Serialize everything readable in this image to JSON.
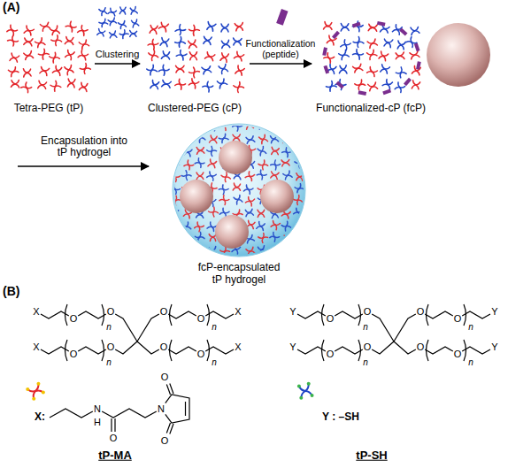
{
  "diagram": {
    "nodes": [
      {
        "text": [
          "Tetra-PEG (tP)"
        ]
      },
      {
        "text": [
          "Clustered-PEG (cP)"
        ]
      },
      {
        "text": [
          "Functionalized-cP (fcP)"
        ]
      },
      {
        "text": [
          "fcP-encapsulated tP hydrogel"
        ]
      }
    ],
    "edges": [
      {
        "from": 0,
        "to": 1,
        "arrow": "to",
        "label": "Clustering"
      },
      {
        "from": 1,
        "to": 2,
        "arrow": "to",
        "label": "Functionalization (peptide)"
      }
    ],
    "labels": [
      "(A)",
      "Encapsulation into tP hydrogel",
      "(B)",
      "X",
      "O",
      "n",
      "O",
      "O",
      "O",
      "n",
      "X",
      "X",
      "O",
      "n",
      "O",
      "O",
      "O",
      "n",
      "X",
      "Y",
      "O",
      "n",
      "O",
      "O",
      "O",
      "n",
      "Y",
      "Y",
      "O",
      "n",
      "O",
      "O",
      "O",
      "n",
      "Y",
      "X:",
      "N",
      "H",
      "O",
      "N",
      "O",
      "O",
      "tP-MA",
      "Y : –SH",
      "tP-SH"
    ]
  }
}
